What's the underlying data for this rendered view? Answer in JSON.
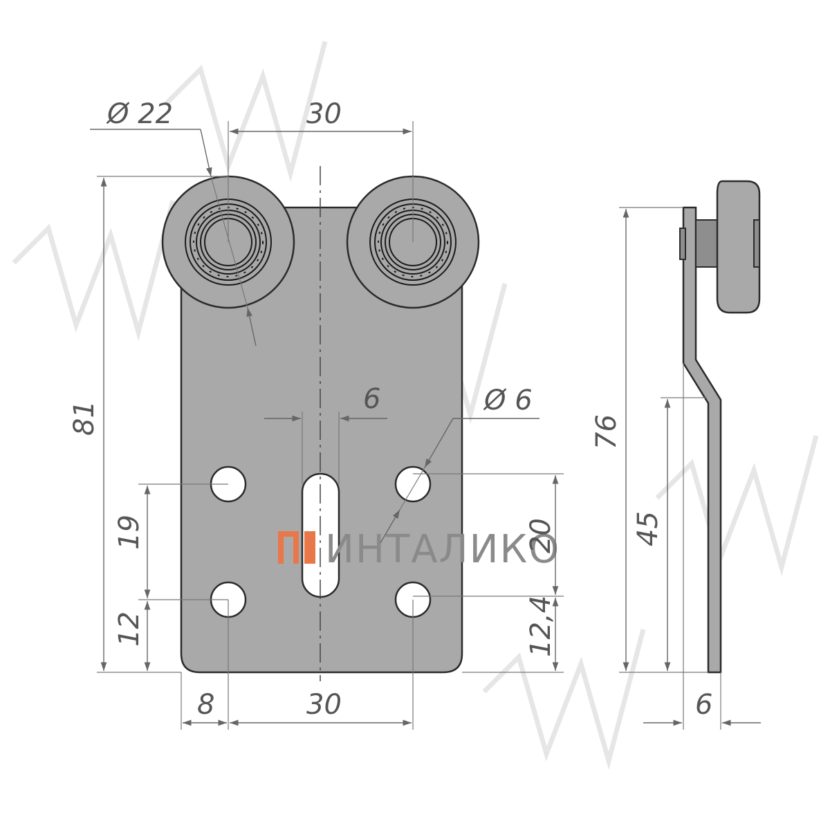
{
  "dimensions": {
    "wheel_diameter": "Ø 22",
    "wheel_spacing": "30",
    "total_height": "81",
    "slot_width": "6",
    "hole_diameter": "Ø 6",
    "hole_spacing_left": "19",
    "hole_spacing_right": "20",
    "bottom_offset_left": "12",
    "bottom_offset_right": "12,4",
    "edge_offset": "8",
    "hole_spacing_horizontal": "30",
    "side_height": "76",
    "side_bend_height": "45",
    "side_offset": "6"
  },
  "logo": {
    "text": "ИНТАЛИКО",
    "accent_color": "#e8774a"
  },
  "colors": {
    "plate": "#a9a9a9",
    "outline": "#2a2a2a"
  }
}
